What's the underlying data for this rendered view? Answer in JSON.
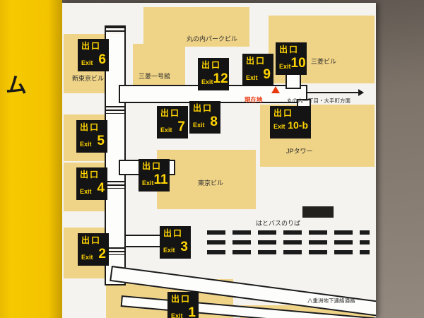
{
  "photo": {
    "left_sign_text": "ム"
  },
  "map": {
    "exits": {
      "shared": {
        "jp": "出口",
        "en": "Exit"
      },
      "numbers": {
        "e1": "1",
        "e2": "2",
        "e3": "3",
        "e4": "4",
        "e5": "5",
        "e6": "6",
        "e7": "7",
        "e8": "8",
        "e9": "9",
        "e10": "10",
        "e10b": "10-b",
        "e11": "11",
        "e12": "12"
      }
    },
    "buildings": {
      "marunouchi_park": "丸の内パークビル",
      "mitsubishi_ichigokan": "三菱一号館",
      "mitsubishi": "三菱ビル",
      "shin_tokyo": "新東京ビル",
      "jp_tower": "JPタワー",
      "tokyo": "東京ビル"
    },
    "annotations": {
      "current_location": "現在地",
      "direction": "丸の内一丁目・大手町方面",
      "hato_bus": "はとバスのりば",
      "yaesu_passage": "八重洲地下連絡通路"
    },
    "colors": {
      "sign_yellow": "#f3c300",
      "panel": "#f5f3ef",
      "building": "#efd387",
      "exit_bg": "#141414",
      "exit_text": "#ffd400",
      "marker_red": "#e8380d",
      "wall": "#7d7369"
    }
  }
}
